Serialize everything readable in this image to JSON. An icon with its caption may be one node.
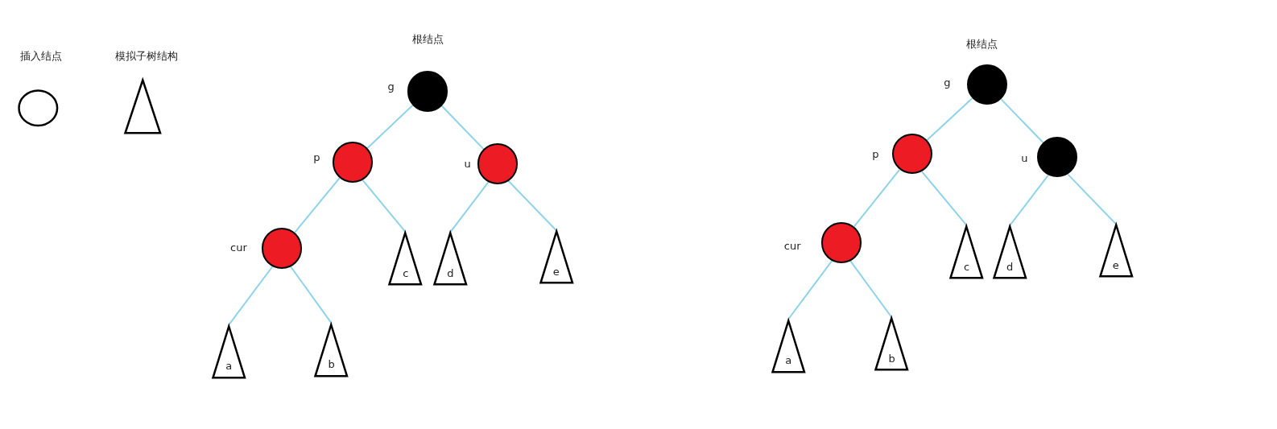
{
  "diagram": {
    "nodes": [
      {
        "text": [],
        "shape": "circle",
        "beside": [
          "根结点",
          "g"
        ]
      },
      {
        "text": [],
        "shape": "circle",
        "beside": [
          "p"
        ]
      },
      {
        "text": [],
        "shape": "circle",
        "beside": [
          "u"
        ]
      },
      {
        "text": [],
        "shape": "circle",
        "beside": [
          "cur"
        ]
      },
      {
        "text": [
          "a"
        ]
      },
      {
        "text": [
          "b"
        ]
      },
      {
        "text": [
          "c"
        ]
      },
      {
        "text": [
          "d"
        ]
      },
      {
        "text": [
          "e"
        ]
      },
      {
        "text": [],
        "shape": "circle",
        "beside": [
          "根结点",
          "g"
        ]
      },
      {
        "text": [],
        "shape": "circle",
        "beside": [
          "p"
        ]
      },
      {
        "text": [],
        "shape": "circle",
        "beside": [
          "u"
        ]
      },
      {
        "text": [],
        "shape": "circle",
        "beside": [
          "cur"
        ]
      },
      {
        "text": [
          "a"
        ]
      },
      {
        "text": [
          "b"
        ]
      },
      {
        "text": [
          "c"
        ]
      },
      {
        "text": [
          "d"
        ]
      },
      {
        "text": [
          "e"
        ]
      }
    ],
    "edges": [
      {
        "from": 0,
        "to": 1,
        "arrow": "none"
      },
      {
        "from": 0,
        "to": 2,
        "arrow": "none"
      },
      {
        "from": 1,
        "to": 3,
        "arrow": "none"
      },
      {
        "from": 1,
        "to": 6,
        "arrow": "none"
      },
      {
        "from": 2,
        "to": 7,
        "arrow": "none"
      },
      {
        "from": 2,
        "to": 8,
        "arrow": "none"
      },
      {
        "from": 3,
        "to": 4,
        "arrow": "none"
      },
      {
        "from": 3,
        "to": 5,
        "arrow": "none"
      },
      {
        "from": 9,
        "to": 10,
        "arrow": "none"
      },
      {
        "from": 9,
        "to": 11,
        "arrow": "none"
      },
      {
        "from": 10,
        "to": 12,
        "arrow": "none"
      },
      {
        "from": 10,
        "to": 15,
        "arrow": "none"
      },
      {
        "from": 11,
        "to": 16,
        "arrow": "none"
      },
      {
        "from": 11,
        "to": 17,
        "arrow": "none"
      },
      {
        "from": 12,
        "to": 13,
        "arrow": "none"
      },
      {
        "from": 12,
        "to": 14,
        "arrow": "none"
      }
    ],
    "legend": [
      {
        "text": "插入结点"
      },
      {
        "text": "模拟子树结构"
      }
    ]
  }
}
